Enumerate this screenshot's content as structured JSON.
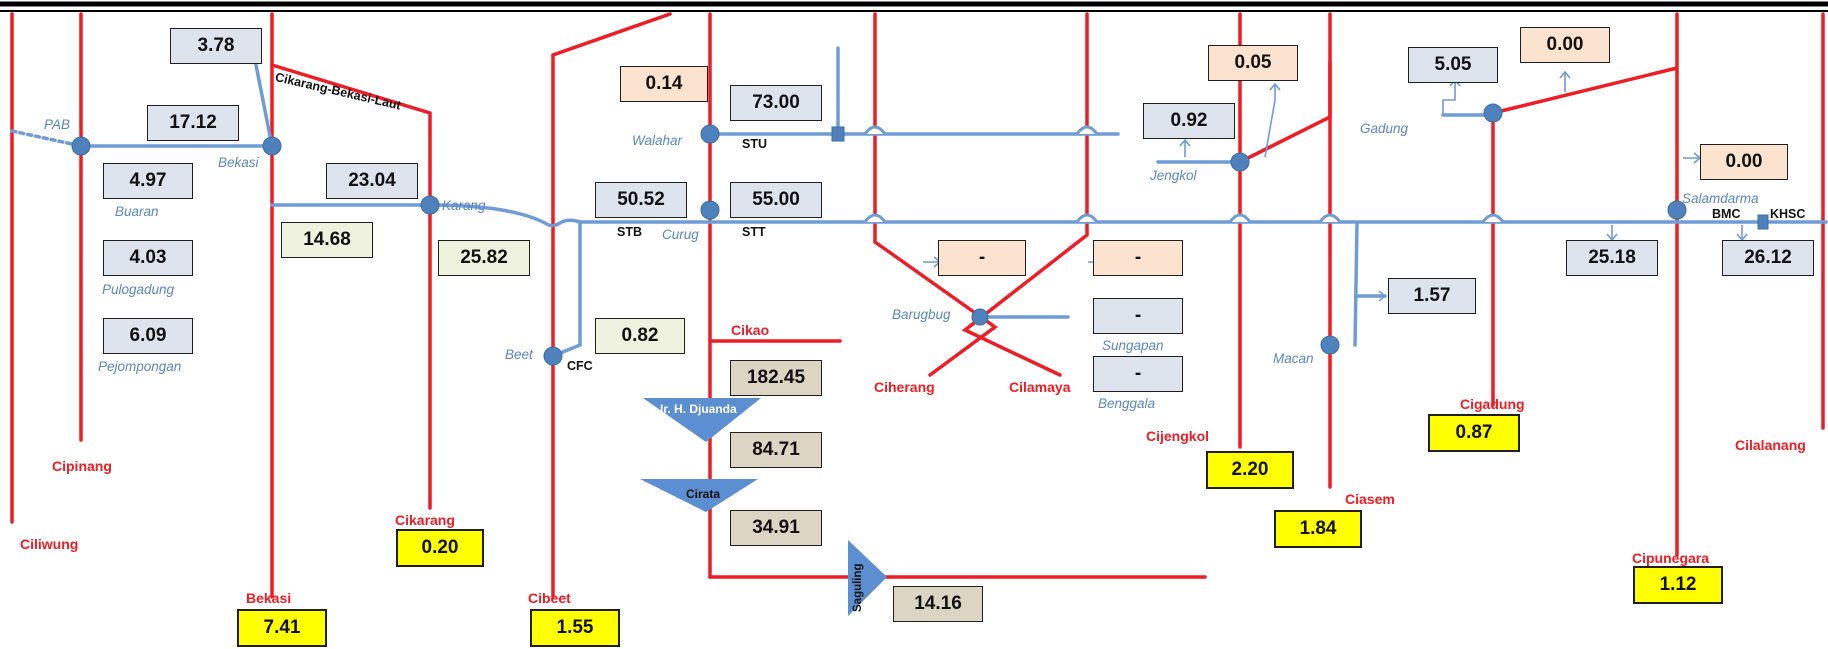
{
  "values": {
    "pab_bekasi": "17.12",
    "bekasi_top": "3.78",
    "buaran": "4.97",
    "pulogadung": "4.03",
    "pejompongan": "6.09",
    "karang_top": "23.04",
    "bekasi_bottom": "14.68",
    "karang_bottom": "25.82",
    "cikarang": "0.20",
    "bekasi_river": "7.41",
    "cibeet": "1.55",
    "walahar_top": "0.14",
    "stu": "73.00",
    "stb": "50.52",
    "stt": "55.00",
    "cfc": "0.82",
    "djuanda_in": "182.45",
    "djuanda_out": "84.71",
    "cirata_out": "34.91",
    "saguling": "14.16",
    "barugbug_left": "-",
    "barugbug_right": "-",
    "sungapan": "-",
    "benggala": "-",
    "jengkol": "0.92",
    "jengkol_top": "0.05",
    "cijengkol": "2.20",
    "macan": "1.57",
    "ciasem": "1.84",
    "gadung": "5.05",
    "gadung_right": "0.00",
    "cigadung": "0.87",
    "salamdarma": "0.00",
    "salamdarma_out": "25.18",
    "bmc_out": "26.12",
    "cipunegara": "1.12"
  },
  "labels": {
    "pab": "PAB",
    "bekasi": "Bekasi",
    "buaran": "Buaran",
    "pulogadung": "Pulogadung",
    "pejompongan": "Pejompongan",
    "cikarang_bekasi_laut": "Cikarang-Bekasi-Laut",
    "karang": "Karang",
    "beet": "Beet",
    "cfc": "CFC",
    "walahar": "Walahar",
    "stu": "STU",
    "stb": "STB",
    "curug": "Curug",
    "stt": "STT",
    "barugbug": "Barugbug",
    "sungapan": "Sungapan",
    "benggala": "Benggala",
    "jengkol": "Jengkol",
    "macan": "Macan",
    "gadung": "Gadung",
    "salamdarma": "Salamdarma",
    "bmc": "BMC",
    "khsc": "KHSC"
  },
  "rivers": {
    "cipinang": "Cipinang",
    "ciliwung": "Ciliwung",
    "bekasi": "Bekasi",
    "cikarang": "Cikarang",
    "cibeet": "Cibeet",
    "cikao": "Cikao",
    "ciherang": "Ciherang",
    "cilamaya": "Cilamaya",
    "cijengkol": "Cijengkol",
    "ciasem": "Ciasem",
    "cigadung": "Cigadung",
    "cipunegara": "Cipunegara",
    "cilalanang": "Cilalanang"
  },
  "reservoirs": {
    "djuanda": "Ir. H. Djuanda",
    "cirata": "Cirata",
    "saguling": "Saguling"
  },
  "colors": {
    "river": "#ee1c24",
    "canal": "#6f9bd6",
    "node": "#4f81bd",
    "reservoir": "#5b8fd1",
    "highlight": "#ffff00"
  }
}
